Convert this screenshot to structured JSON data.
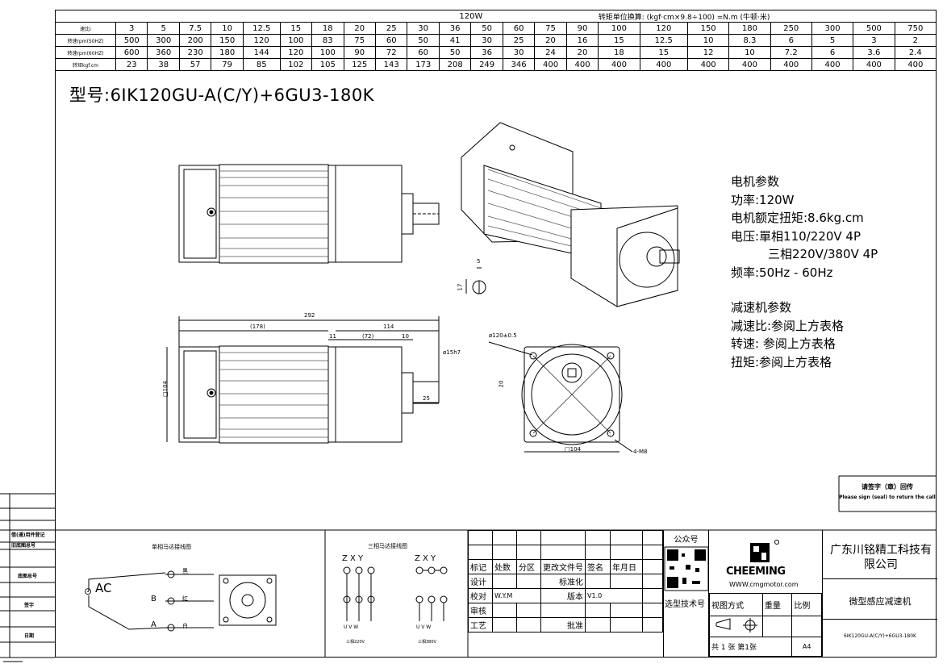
{
  "spec_table": {
    "power_header": "120W",
    "unit_note": "转矩单位换算: (kgf·cm×9.8÷100) =N.m (牛顿·米)",
    "rows": [
      {
        "label": "速比i",
        "values": [
          "3",
          "5",
          "7.5",
          "10",
          "12.5",
          "15",
          "18",
          "20",
          "25",
          "30",
          "36",
          "50",
          "60",
          "75",
          "90",
          "100",
          "120",
          "150",
          "180",
          "250",
          "300",
          "500",
          "750"
        ]
      },
      {
        "label": "转速rpm(50HZ)",
        "values": [
          "500",
          "300",
          "200",
          "150",
          "120",
          "100",
          "83",
          "75",
          "60",
          "50",
          "41",
          "30",
          "25",
          "20",
          "16",
          "15",
          "12.5",
          "10",
          "8.3",
          "6",
          "5",
          "3",
          "2"
        ]
      },
      {
        "label": "转速rpm(60HZ)",
        "values": [
          "600",
          "360",
          "230",
          "180",
          "144",
          "120",
          "100",
          "90",
          "72",
          "60",
          "50",
          "36",
          "30",
          "24",
          "20",
          "18",
          "15",
          "12",
          "10",
          "7.2",
          "6",
          "3.6",
          "2.4"
        ]
      },
      {
        "label": "转矩kgf.cm",
        "values": [
          "23",
          "38",
          "57",
          "79",
          "85",
          "102",
          "105",
          "125",
          "143",
          "173",
          "208",
          "249",
          "346",
          "400",
          "400",
          "400",
          "400",
          "400",
          "400",
          "400",
          "400",
          "400",
          "400"
        ]
      }
    ]
  },
  "model": "型号:6IK120GU-A(C/Y)+6GU3-180K",
  "motor_params": {
    "title": "电机参数",
    "power": "功率:120W",
    "torque": "电机额定扭矩:8.6kg.cm",
    "voltage1": "电压:單相110/220V 4P",
    "voltage2": "三相220V/380V 4P",
    "freq": "频率:50Hz - 60Hz"
  },
  "gear_params": {
    "title": "减速机参数",
    "ratio": "减速比:参阅上方表格",
    "speed": "转速: 参阅上方表格",
    "torque": "扭矩:参阅上方表格"
  },
  "dimensions": {
    "total": "292",
    "motor": "(178)",
    "gear": "114",
    "d11": "11",
    "d72": "(72)",
    "d10": "10",
    "shaft_dia": "ø15h7",
    "shaft_len": "25",
    "square": "□104",
    "square_bottom": "□104",
    "pcd": "ø120±0.5",
    "d20": "20",
    "holes": "4-M8",
    "key5": "5",
    "key17": "17"
  },
  "signature_note": {
    "line1": "请签字（章）回传",
    "line2": "Please sign (seal) to return the call"
  },
  "wiring": {
    "single_title": "单相马达接线图",
    "ac": "AC",
    "black": "黑",
    "red": "红",
    "white": "白",
    "b": "B",
    "a": "A",
    "three_title": "三相马达接线图",
    "zxy1": "Z X Y",
    "zxy2": "Z X Y",
    "uvw1": "U V W",
    "uvw2": "U V W",
    "v220": "三相220V",
    "v380": "三相380V"
  },
  "title_block": {
    "biaoji": "标记",
    "chushu": "处数",
    "fenqu": "分区",
    "genggai": "更改文件号",
    "qianming": "签名",
    "nianyueri": "年月日",
    "sheji": "设计",
    "biaozhunhua": "标准化",
    "jiaodui": "校对",
    "wym": "W.Y.M",
    "banben": "版本",
    "v10": "V1.0",
    "shenhe": "审核",
    "gongyi": "工艺",
    "pizhun": "批准",
    "gzh": "公众号",
    "xuanxing": "选型技术号",
    "brand": "CHEEMING",
    "website": "WWW.cmgmotor.com",
    "viewmode": "视图方式",
    "weight": "重量",
    "scale": "比例",
    "sheets": "共 1 张 第1张",
    "a4": "A4",
    "company": "广东川铭精工科技有限公司",
    "product": "微型感应减速机",
    "model_small": "6IK120GU-A(C/Y)+6GU3-180K"
  },
  "left_bar": [
    "借(通)用件登记",
    "旧底图总号",
    "底图总号",
    "签字",
    "日期"
  ]
}
